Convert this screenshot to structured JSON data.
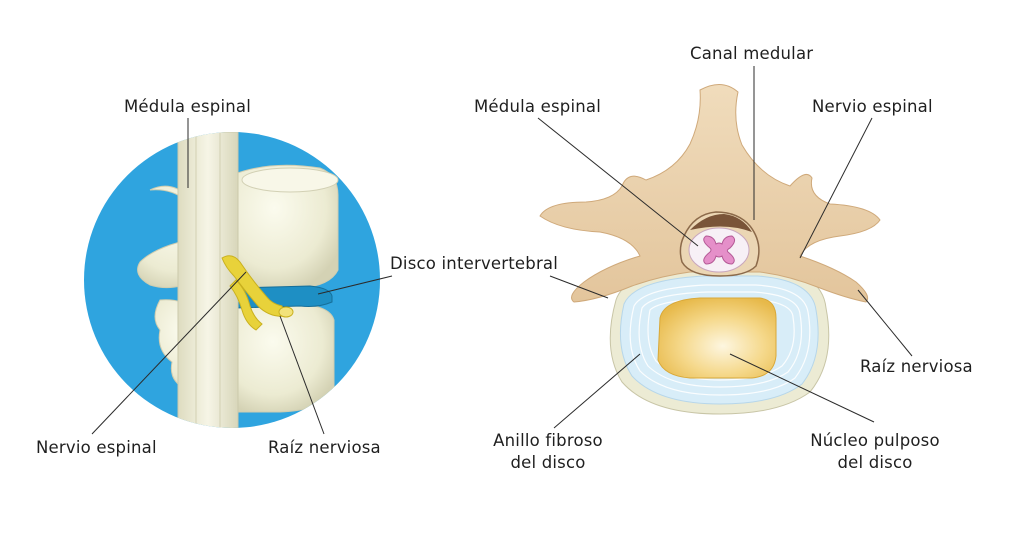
{
  "left_figure": {
    "labels": {
      "spinal_cord": "Médula espinal",
      "intervertebral_disc": "Disco intervertebral",
      "spinal_nerve": "Nervio espinal",
      "nerve_root": "Raíz nerviosa"
    },
    "colors": {
      "background_circle": "#2fa4df",
      "bone": "#ecebd2",
      "disc": "#1e8fc4",
      "nerve": "#e8d23a"
    }
  },
  "right_figure": {
    "labels": {
      "spinal_canal": "Canal medular",
      "spinal_cord": "Médula espinal",
      "spinal_nerve": "Nervio espinal",
      "nerve_root": "Raíz nerviosa",
      "annulus_line1": "Anillo fibroso",
      "annulus_line2": "del disco",
      "nucleus_line1": "Núcleo pulposo",
      "nucleus_line2": "del disco"
    },
    "colors": {
      "vertebra": "#ecd2ad",
      "cord_gray_matter": "#e58fc9",
      "annulus": "#d8edf8",
      "nucleus": "#f2c65a",
      "disc_rim": "#ecebd4"
    }
  }
}
